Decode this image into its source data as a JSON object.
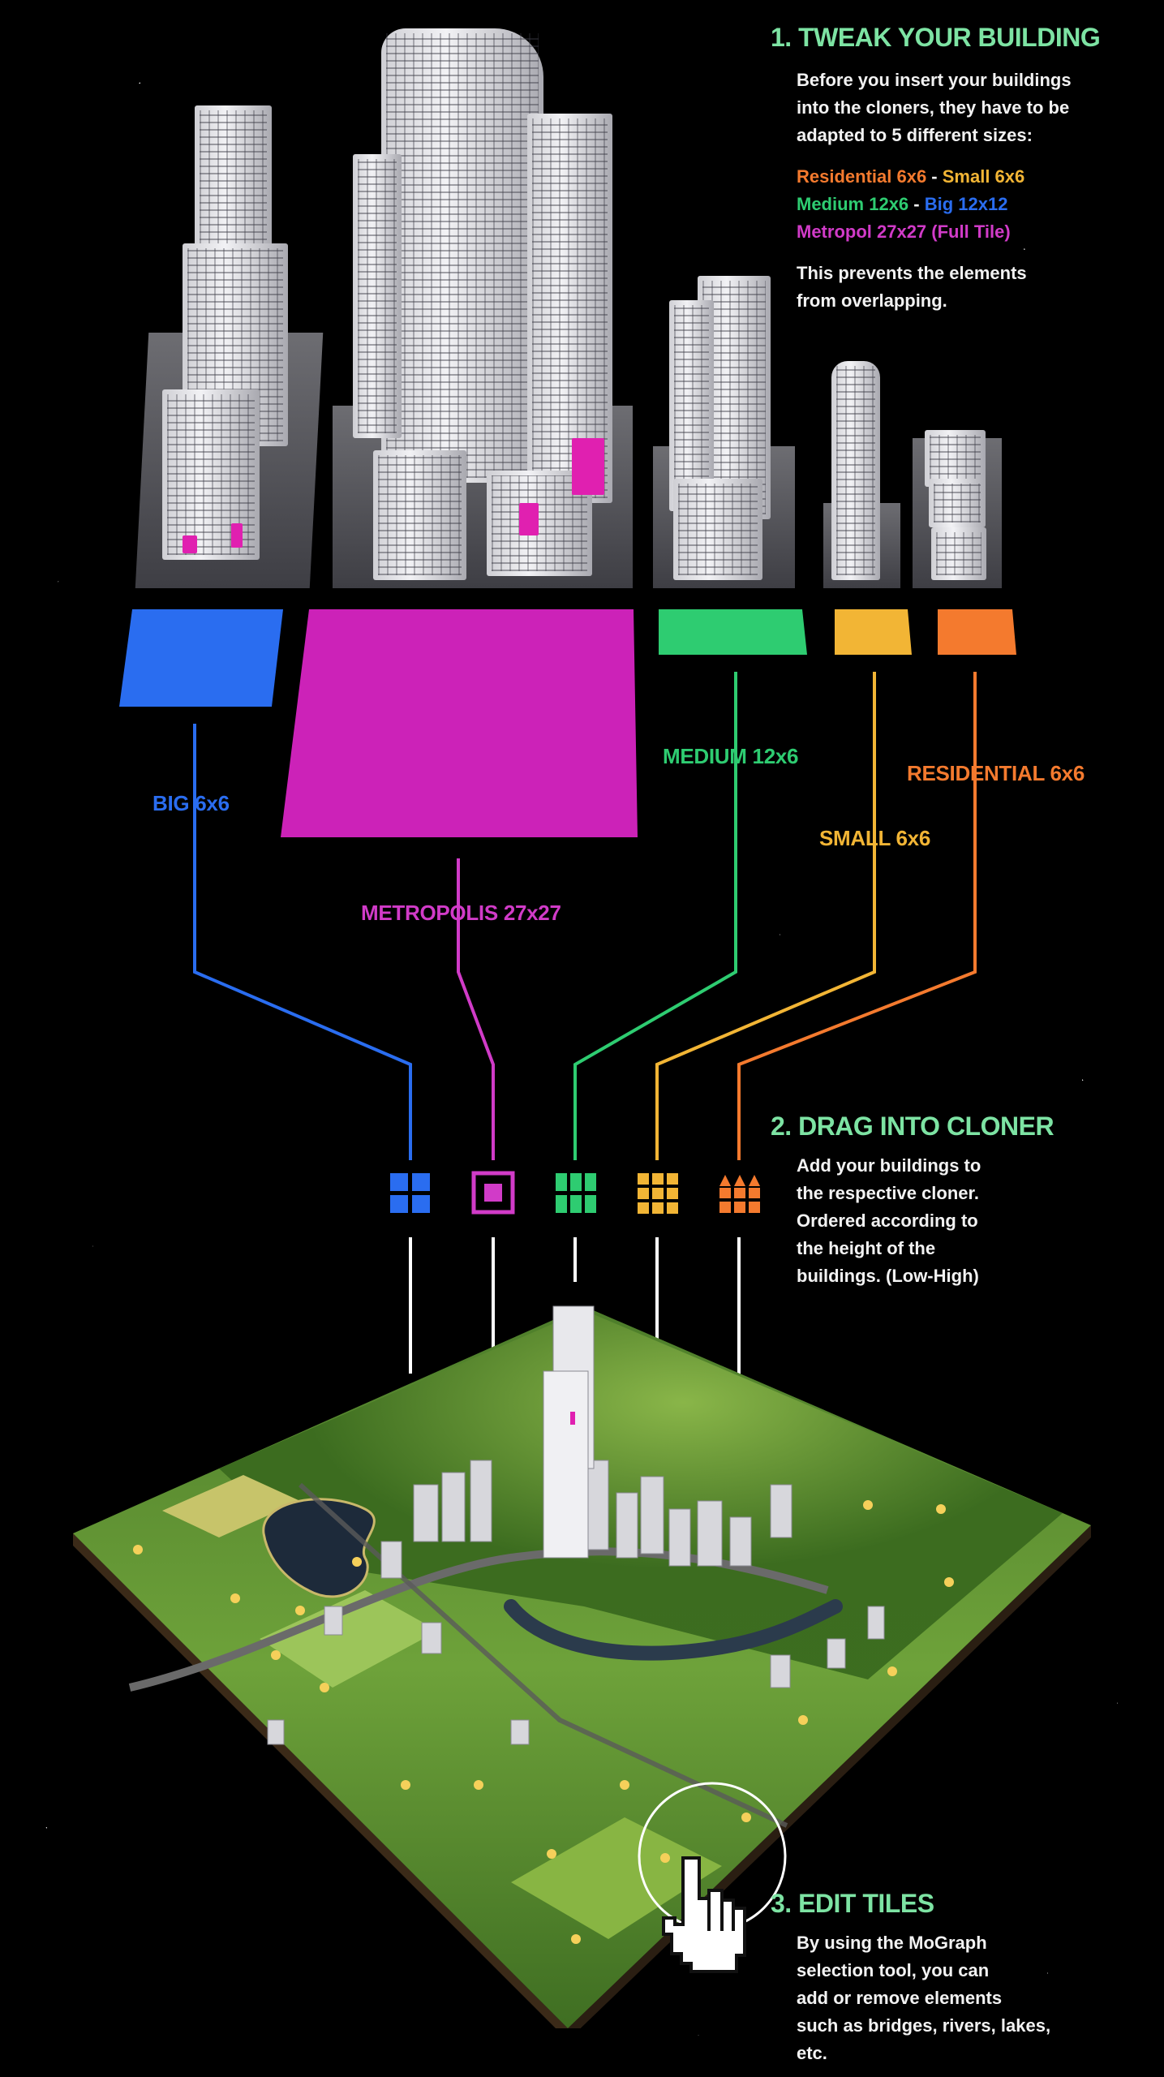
{
  "step1": {
    "title": "1. TWEAK YOUR BUILDING",
    "intro": [
      "Before you insert your buildings",
      "into the cloners, they have to be",
      "adapted to 5 different sizes:"
    ],
    "legend": {
      "residential": "Residential 6x6",
      "dash1": " - ",
      "small": "Small 6x6",
      "medium": "Medium 12x6",
      "dash2": " - ",
      "big": "Big 12x12",
      "metropol": "Metropol 27x27 (Full Tile)"
    },
    "outro": [
      "This prevents the elements",
      "from overlapping."
    ]
  },
  "labels": {
    "big": "BIG 6x6",
    "metropolis": "METROPOLIS 27x27",
    "medium": "MEDIUM 12x6",
    "small": "SMALL 6x6",
    "residential": "RESIDENTIAL 6x6"
  },
  "step2": {
    "title": "2. DRAG INTO CLONER",
    "text": [
      "Add your buildings to",
      "the respective cloner.",
      "Ordered according to",
      "the height of the",
      "buildings. (Low-High)"
    ]
  },
  "step3": {
    "title": "3. EDIT TILES",
    "text": [
      "By using the MoGraph",
      "selection tool, you can",
      "add or remove elements",
      "such as bridges, rivers, lakes,",
      "etc."
    ]
  },
  "icons": {
    "big_cloner": "grid-2x2-icon",
    "metropolis_cloner": "square-in-square-icon",
    "medium_cloner": "grid-3x2-icon",
    "small_cloner": "grid-3x3-icon",
    "residential_cloner": "house-grid-icon",
    "cursor": "hand-cursor-icon"
  },
  "colors": {
    "big": "#2a6df0",
    "metropolis": "#d13bc8",
    "medium": "#2ecc71",
    "small": "#f2b535",
    "residential": "#f47a2e",
    "heading": "#7de3a3",
    "background": "#000000"
  }
}
